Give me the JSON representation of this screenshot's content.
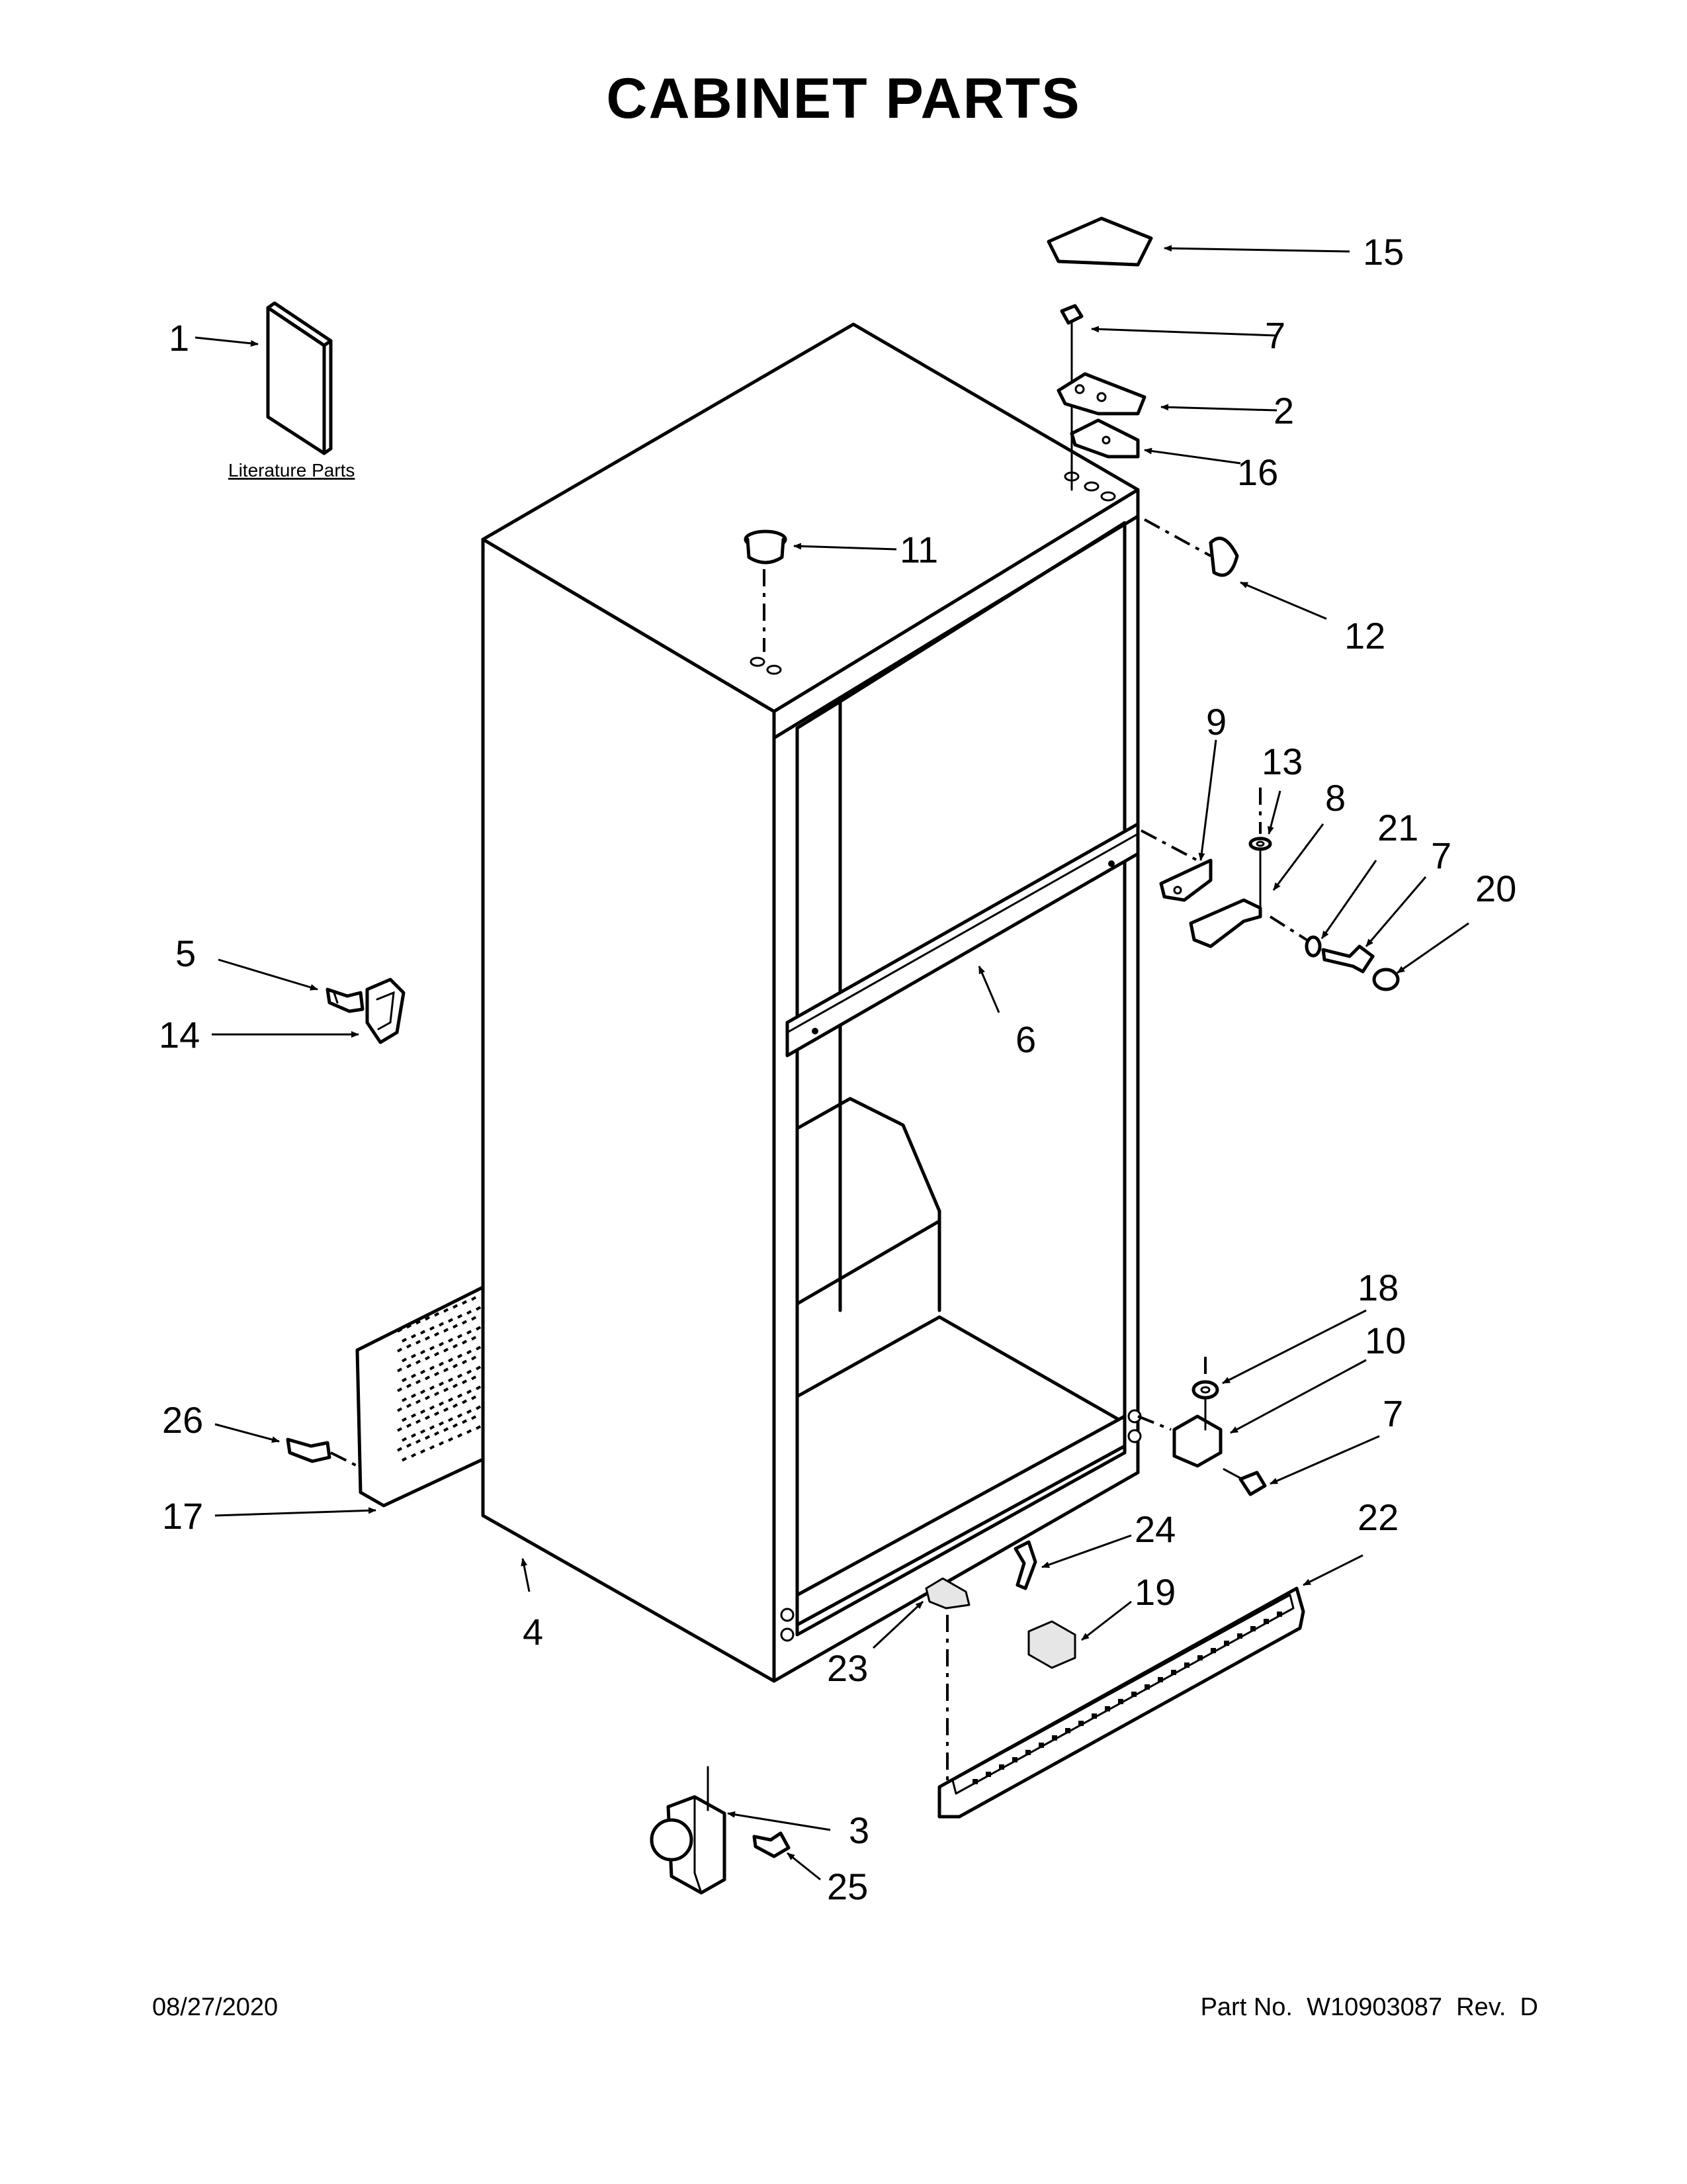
{
  "title": "CABINET PARTS",
  "literature_label": "Literature Parts",
  "callouts": [
    {
      "id": "c1",
      "label": "1"
    },
    {
      "id": "c15",
      "label": "15"
    },
    {
      "id": "c7a",
      "label": "7"
    },
    {
      "id": "c2",
      "label": "2"
    },
    {
      "id": "c16",
      "label": "16"
    },
    {
      "id": "c11",
      "label": "11"
    },
    {
      "id": "c12",
      "label": "12"
    },
    {
      "id": "c9",
      "label": "9"
    },
    {
      "id": "c13",
      "label": "13"
    },
    {
      "id": "c8",
      "label": "8"
    },
    {
      "id": "c21",
      "label": "21"
    },
    {
      "id": "c7b",
      "label": "7"
    },
    {
      "id": "c20",
      "label": "20"
    },
    {
      "id": "c5",
      "label": "5"
    },
    {
      "id": "c14",
      "label": "14"
    },
    {
      "id": "c6",
      "label": "6"
    },
    {
      "id": "c18",
      "label": "18"
    },
    {
      "id": "c10",
      "label": "10"
    },
    {
      "id": "c7c",
      "label": "7"
    },
    {
      "id": "c26",
      "label": "26"
    },
    {
      "id": "c17",
      "label": "17"
    },
    {
      "id": "c22",
      "label": "22"
    },
    {
      "id": "c24",
      "label": "24"
    },
    {
      "id": "c19",
      "label": "19"
    },
    {
      "id": "c4",
      "label": "4"
    },
    {
      "id": "c23",
      "label": "23"
    },
    {
      "id": "c3",
      "label": "3"
    },
    {
      "id": "c25",
      "label": "25"
    }
  ],
  "footer": {
    "date": "08/27/2020",
    "part_number": "Part No.  W10903087  Rev.  D"
  }
}
